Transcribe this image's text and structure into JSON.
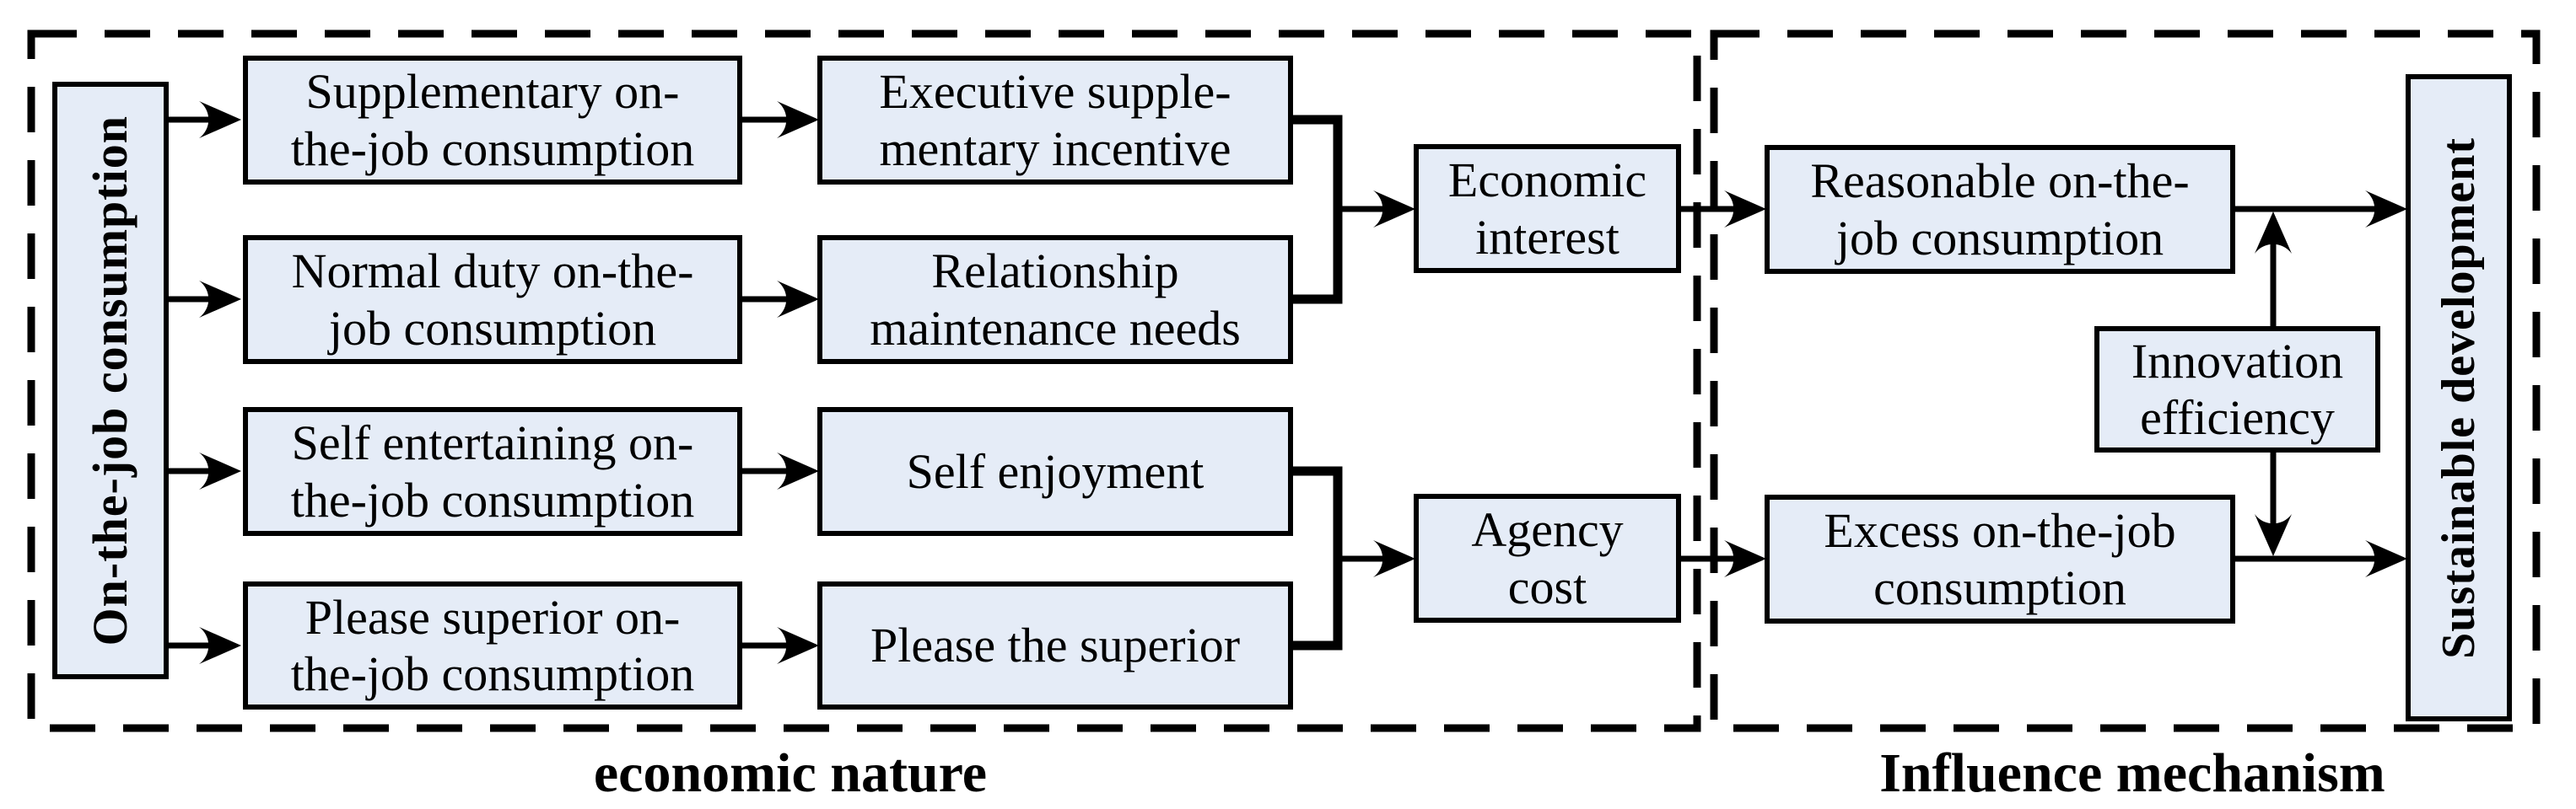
{
  "colors": {
    "box_fill": "#e5ecf7",
    "line": "#000000",
    "background": "#ffffff"
  },
  "section_labels": {
    "left": "economic nature",
    "right": "Influence mechanism"
  },
  "nodes": {
    "on_the_job": {
      "label": "On-the-job consumption"
    },
    "supplementary": {
      "label": "Supplementary on-\nthe-job consumption"
    },
    "normal_duty": {
      "label": "Normal duty on-the-\njob consumption"
    },
    "self_entertaining": {
      "label": "Self entertaining on-\nthe-job consumption"
    },
    "please_superior": {
      "label": "Please superior on-\nthe-job consumption"
    },
    "executive_incentive": {
      "label": "Executive supple-\nmentary incentive"
    },
    "relationship_needs": {
      "label": "Relationship\nmaintenance needs"
    },
    "self_enjoyment": {
      "label": "Self enjoyment"
    },
    "please_the_superior": {
      "label": "Please the superior"
    },
    "economic_interest": {
      "label": "Economic\ninterest"
    },
    "agency_cost": {
      "label": "Agency\ncost"
    },
    "reasonable": {
      "label": "Reasonable on-the-\njob consumption"
    },
    "excess": {
      "label": "Excess on-the-job\nconsumption"
    },
    "innovation": {
      "label": "Innovation\nefficiency"
    },
    "sustainable": {
      "label": "Sustainable development"
    }
  }
}
